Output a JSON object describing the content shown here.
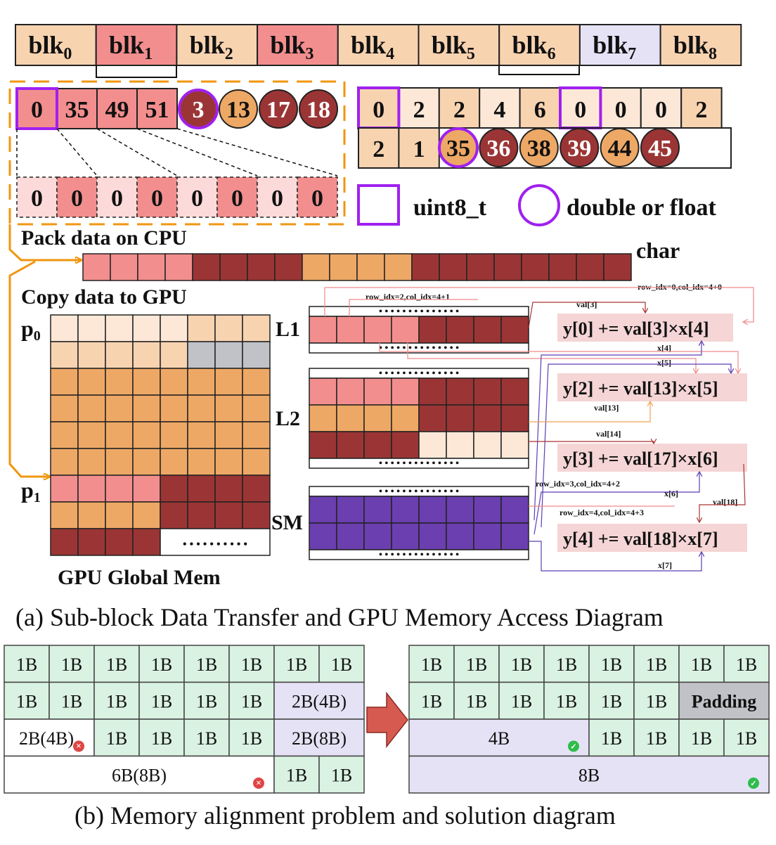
{
  "blocks": [
    {
      "name": "blk",
      "sub": "0",
      "color": "#f8d3b0"
    },
    {
      "name": "blk",
      "sub": "1",
      "color": "#f38e8e"
    },
    {
      "name": "blk",
      "sub": "2",
      "color": "#f8d3b0"
    },
    {
      "name": "blk",
      "sub": "3",
      "color": "#f38e8e"
    },
    {
      "name": "blk",
      "sub": "4",
      "color": "#f8d3b0"
    },
    {
      "name": "blk",
      "sub": "5",
      "color": "#f8d3b0"
    },
    {
      "name": "blk",
      "sub": "6",
      "color": "#f8d3b0"
    },
    {
      "name": "blk",
      "sub": "7",
      "color": "#e6e2f5"
    },
    {
      "name": "blk",
      "sub": "8",
      "color": "#f8d3b0"
    }
  ],
  "blk1_row": {
    "squares": [
      "0",
      "35",
      "49",
      "51"
    ],
    "circles": [
      {
        "v": "3",
        "color": "#9b3535",
        "text": "#fff"
      },
      {
        "v": "13",
        "color": "#eea866",
        "text": "#111"
      },
      {
        "v": "17",
        "color": "#9b3535",
        "text": "#fff"
      },
      {
        "v": "18",
        "color": "#9b3535",
        "text": "#fff"
      }
    ]
  },
  "packed_row": [
    "0",
    "0",
    "0",
    "0",
    "0",
    "0",
    "0",
    "0"
  ],
  "blk6_row1": [
    "0",
    "2",
    "2",
    "4",
    "6",
    "0",
    "0",
    "0",
    "2"
  ],
  "blk6_row2_squares": [
    "2",
    "1"
  ],
  "blk6_row2_circles": [
    {
      "v": "35",
      "color": "#eea866",
      "text": "#111"
    },
    {
      "v": "36",
      "color": "#9b3535",
      "text": "#fff"
    },
    {
      "v": "38",
      "color": "#eea866",
      "text": "#111"
    },
    {
      "v": "39",
      "color": "#9b3535",
      "text": "#fff"
    },
    {
      "v": "44",
      "color": "#eea866",
      "text": "#111"
    },
    {
      "v": "45",
      "color": "#9b3535",
      "text": "#fff"
    }
  ],
  "legend": {
    "square": "uint8_t",
    "circle": "double or float"
  },
  "labels": {
    "pack": "Pack data on CPU",
    "copy": "Copy data to GPU",
    "char": "char",
    "p0": "p",
    "p0_sub": "0",
    "p1": "p",
    "p1_sub": "1",
    "global": "GPU Global Mem",
    "l1": "L1",
    "l2": "L2",
    "sm": "SM",
    "caption_a": "(a) Sub-block Data Transfer and GPU Memory Access Diagram",
    "caption_b": "(b)  Memory alignment problem and solution diagram",
    "dots": "• • • • • • • • • •"
  },
  "equations": [
    "y[0] += val[3]×x[4]",
    "y[2] += val[13]×x[5]",
    "y[3] += val[17]×x[6]",
    "y[4] += val[18]×x[7]"
  ],
  "small_labels": {
    "r1": "row_idx=2,col_idx=4+1",
    "r2": "row_idx=0,col_idx=4+0",
    "r3": "row_idx=3,col_idx=4+2",
    "r4": "row_idx=4,col_idx=4+3",
    "val3": "val[3]",
    "val13": "val[13]",
    "val14": "val[14]",
    "val18": "val[18]",
    "x4": "x[4]",
    "x5": "x[5]",
    "x6": "x[6]",
    "x7": "x[7]"
  },
  "align_left": [
    [
      "1B",
      "1B",
      "1B",
      "1B",
      "1B",
      "1B",
      "1B",
      "1B"
    ],
    [
      "1B",
      "1B",
      "1B",
      "1B",
      "1B",
      "1B",
      "2B(4B)"
    ],
    [
      "2B(4B)",
      "1B",
      "1B",
      "1B",
      "1B",
      "2B(8B)"
    ],
    [
      "6B(8B)",
      "1B",
      "1B"
    ]
  ],
  "align_right": [
    [
      "1B",
      "1B",
      "1B",
      "1B",
      "1B",
      "1B",
      "1B",
      "1B"
    ],
    [
      "1B",
      "1B",
      "1B",
      "1B",
      "1B",
      "1B",
      "Padding"
    ],
    [
      "4B",
      "1B",
      "1B",
      "1B",
      "1B"
    ],
    [
      "8B"
    ]
  ],
  "colors": {
    "light": "#f8d3b0",
    "pale": "#fde8d8",
    "pink": "#f38e8e",
    "paleRed": "#fcdada",
    "orange": "#eea866",
    "dark": "#9b3535",
    "purple": "#6b3fb0",
    "lav": "#e6e2f5",
    "green": "#daf2e2",
    "gray": "#c1c2c8",
    "arrow": "#f0960f",
    "legendPurple": "#a020f0",
    "eqBg": "#f5d5d5",
    "bigArrow": "#d65a4f"
  }
}
